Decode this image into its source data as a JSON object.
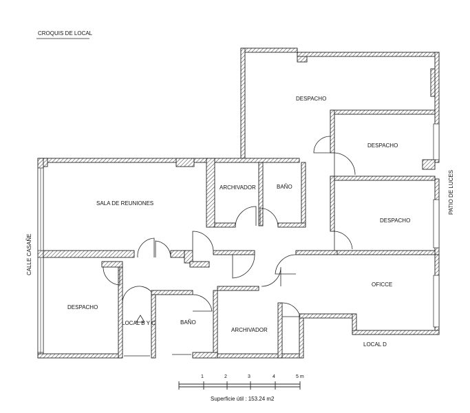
{
  "title": "CROQUIS DE LOCAL",
  "rooms": {
    "despacho_top": "DESPACHO",
    "despacho_mid": "DESPACHO",
    "despacho_right": "DESPACHO",
    "archivador_top": "ARCHIVADOR",
    "bano_top": "BAÑO",
    "sala_reuniones": "SALA DE REUNIONES",
    "despacho_left": "DESPACHO",
    "local_byc": "LOCAL B Y C",
    "bano_bottom": "BAÑO",
    "archivador_bottom": "ARCHIVADOR",
    "oficce": "OFICCE",
    "local_d": "LOCAL D"
  },
  "streets": {
    "left": "CALLE CASAÑE",
    "right": "PATIO DE LUCES"
  },
  "scale": {
    "ticks": [
      "1",
      "2",
      "3",
      "4",
      "5 m"
    ]
  },
  "area_note": "Superficie útil : 153.24 m2"
}
